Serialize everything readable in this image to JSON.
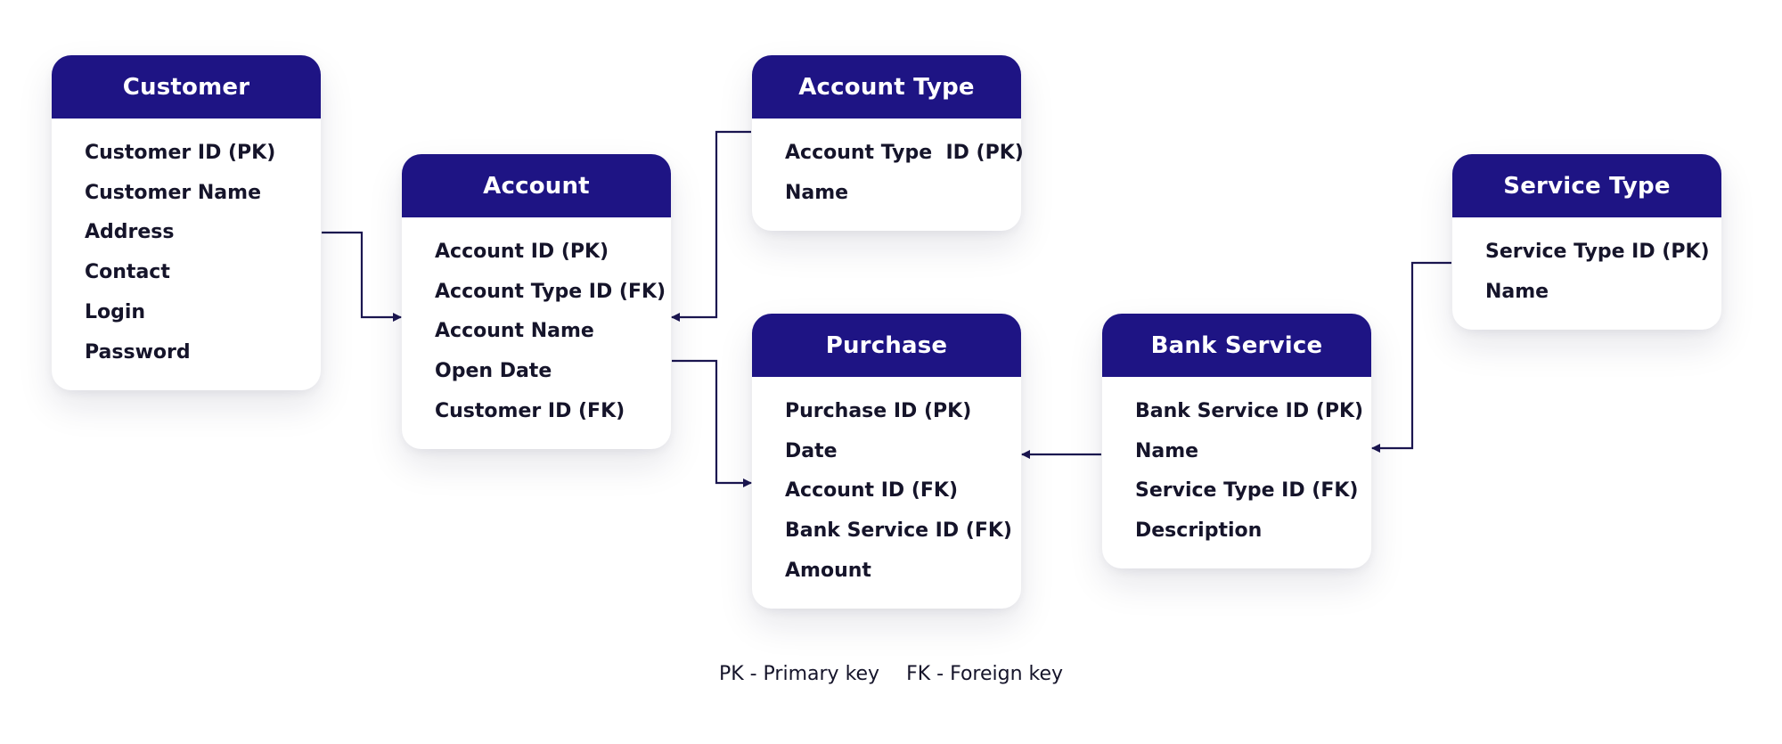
{
  "entities": {
    "customer": {
      "title": "Customer",
      "fields": [
        "Customer ID (PK)",
        "Customer Name",
        "Address",
        "Contact",
        "Login",
        "Password"
      ]
    },
    "account": {
      "title": "Account",
      "fields": [
        "Account ID (PK)",
        "Account Type ID (FK)",
        "Account Name",
        "Open Date",
        "Customer ID (FK)"
      ]
    },
    "account_type": {
      "title": "Account Type",
      "fields": [
        "Account Type  ID (PK)",
        "Name"
      ]
    },
    "purchase": {
      "title": "Purchase",
      "fields": [
        "Purchase ID (PK)",
        "Date",
        "Account ID (FK)",
        "Bank Service ID (FK)",
        "Amount"
      ]
    },
    "bank_service": {
      "title": "Bank Service",
      "fields": [
        "Bank Service ID (PK)",
        "Name",
        "Service Type ID (FK)",
        "Description"
      ]
    },
    "service_type": {
      "title": "Service Type",
      "fields": [
        "Service Type ID (PK)",
        "Name"
      ]
    }
  },
  "legend": {
    "pk": "PK - Primary key",
    "fk": "FK - Foreign key"
  },
  "colors": {
    "header": "#1e1484",
    "line": "#1b1650",
    "text": "#15142a"
  }
}
